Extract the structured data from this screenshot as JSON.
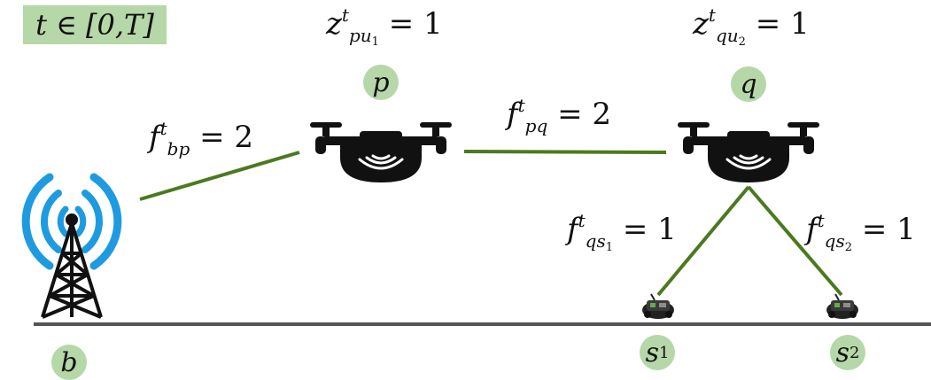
{
  "time_label": "t ∈ [0,T]",
  "nodes": {
    "b": {
      "name": "b"
    },
    "p": {
      "name": "p"
    },
    "q": {
      "name": "q"
    },
    "s1": {
      "name": "s",
      "sub": "1"
    },
    "s2": {
      "name": "s",
      "sub": "2"
    }
  },
  "edge_labels": {
    "bp": {
      "var": "f",
      "sup": "t",
      "sub": "bp",
      "value": "= 2"
    },
    "pq": {
      "var": "f",
      "sup": "t",
      "sub": "pq",
      "value": "= 2"
    },
    "qs1": {
      "var": "f",
      "sup": "t",
      "sub": "qs",
      "subsub": "1",
      "value": "= 1"
    },
    "qs2": {
      "var": "f",
      "sup": "t",
      "sub": "qs",
      "subsub": "2",
      "value": "= 1"
    }
  },
  "uav_labels": {
    "p": {
      "var": "z",
      "sup": "t",
      "sub": "pu",
      "subsub": "1",
      "value": "= 1"
    },
    "q": {
      "var": "z",
      "sup": "t",
      "sub": "qu",
      "subsub": "2",
      "value": "= 1"
    }
  },
  "colors": {
    "link": "#4a7a1e",
    "badge": "#b6d7a8",
    "ground": "#555555",
    "signal": "#1e9be0",
    "drone": "#111111"
  }
}
